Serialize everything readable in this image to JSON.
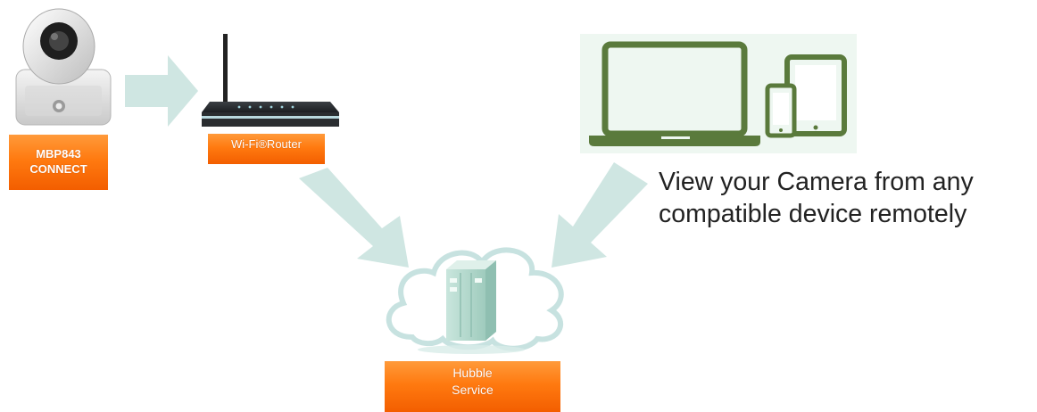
{
  "camera": {
    "label_line1": "MBP843",
    "label_line2": "CONNECT"
  },
  "router": {
    "label": "Wi-Fi®Router"
  },
  "cloud_service": {
    "label_line1": "Hubble",
    "label_line2": "Service"
  },
  "caption": {
    "line1": "View your Camera from any",
    "line2": "compatible device remotely"
  },
  "colors": {
    "label_orange": "#ff7a10",
    "arrow": "#cfe6e2",
    "device_green": "#5a7a3c",
    "device_panel": "#eef7f1",
    "cloud_stroke": "#c7e2e0",
    "server": "#b9dcd3"
  },
  "icons": [
    "camera-icon",
    "router-icon",
    "laptop-icon",
    "tablet-icon",
    "phone-icon",
    "cloud-icon",
    "server-icon"
  ]
}
